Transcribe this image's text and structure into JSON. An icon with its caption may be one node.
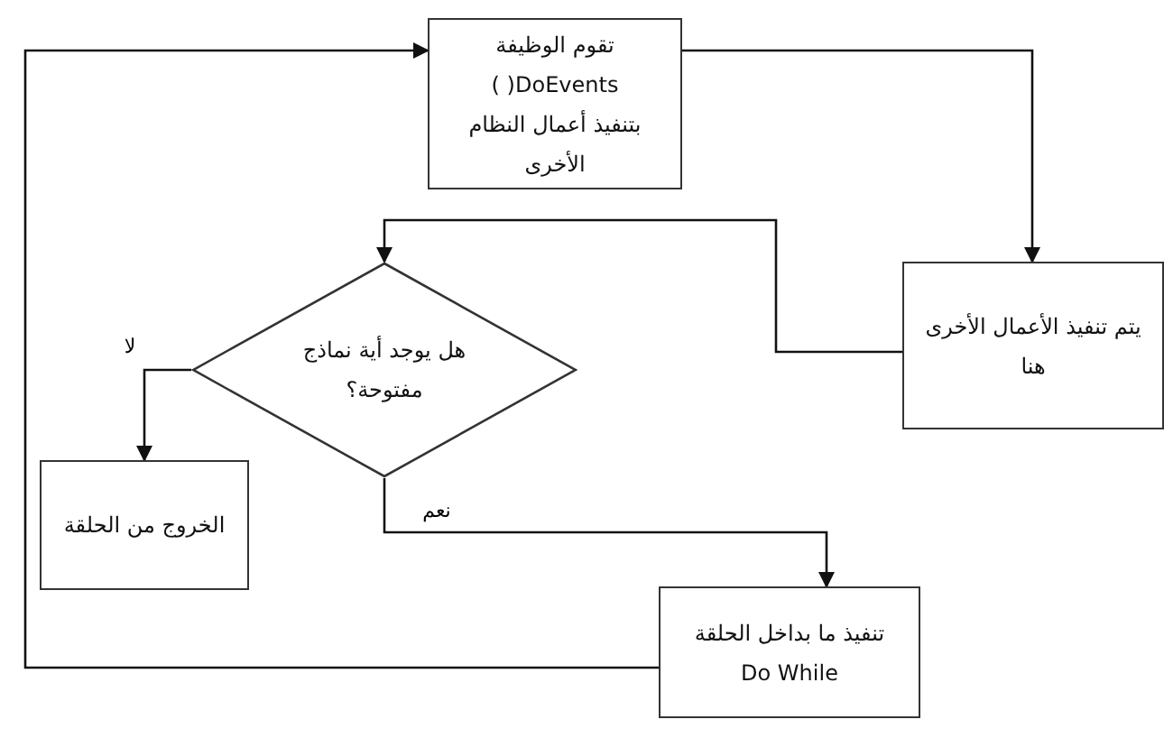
{
  "diagram": {
    "nodes": [
      {
        "text": [
          "تقوم الوظيفة DoEvents( ) بتنفيذ أعمال النظام الأخرى"
        ]
      },
      {
        "text": [
          "يتم تنفيذ الأعمال الأخرى هنا"
        ]
      },
      {
        "text": [
          "هل يوجد أية نماذج مفتوحة؟"
        ]
      },
      {
        "text": [
          "الخروج من الحلقة"
        ]
      },
      {
        "text": [
          "تنفيذ ما بداخل الحلقة Do While"
        ]
      }
    ],
    "edges": [
      {
        "from": 0,
        "to": 1,
        "arrow": "to"
      },
      {
        "from": 1,
        "to": 2,
        "arrow": "to"
      },
      {
        "from": 2,
        "to": 3,
        "arrow": "to",
        "label": "لا"
      },
      {
        "from": 2,
        "to": 4,
        "arrow": "to",
        "label": "نعم"
      },
      {
        "from": 4,
        "to": 0,
        "arrow": "to"
      }
    ]
  }
}
